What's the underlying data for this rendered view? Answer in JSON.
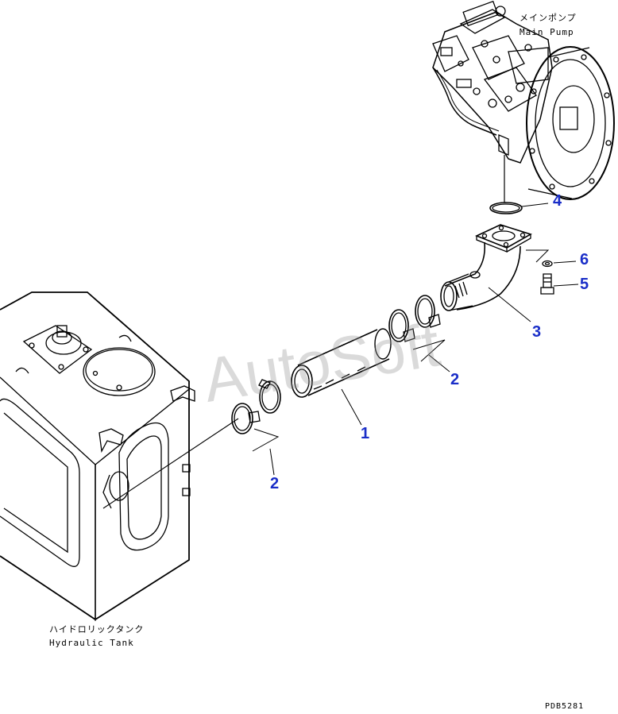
{
  "labels": {
    "main_pump_jp": "メインポンプ",
    "main_pump_en": "Main Pump",
    "tank_jp": "ハイドロリックタンク",
    "tank_en": "Hydraulic Tank",
    "drawing_code": "PDB5281",
    "watermark": "AutoSoft"
  },
  "callouts": [
    {
      "id": "4",
      "text": "4"
    },
    {
      "id": "6",
      "text": "6"
    },
    {
      "id": "5",
      "text": "5"
    },
    {
      "id": "3",
      "text": "3"
    },
    {
      "id": "2a",
      "text": "2"
    },
    {
      "id": "1",
      "text": "1"
    },
    {
      "id": "2b",
      "text": "2"
    }
  ],
  "colors": {
    "line": "#000000",
    "callout": "#1a2ec8"
  }
}
